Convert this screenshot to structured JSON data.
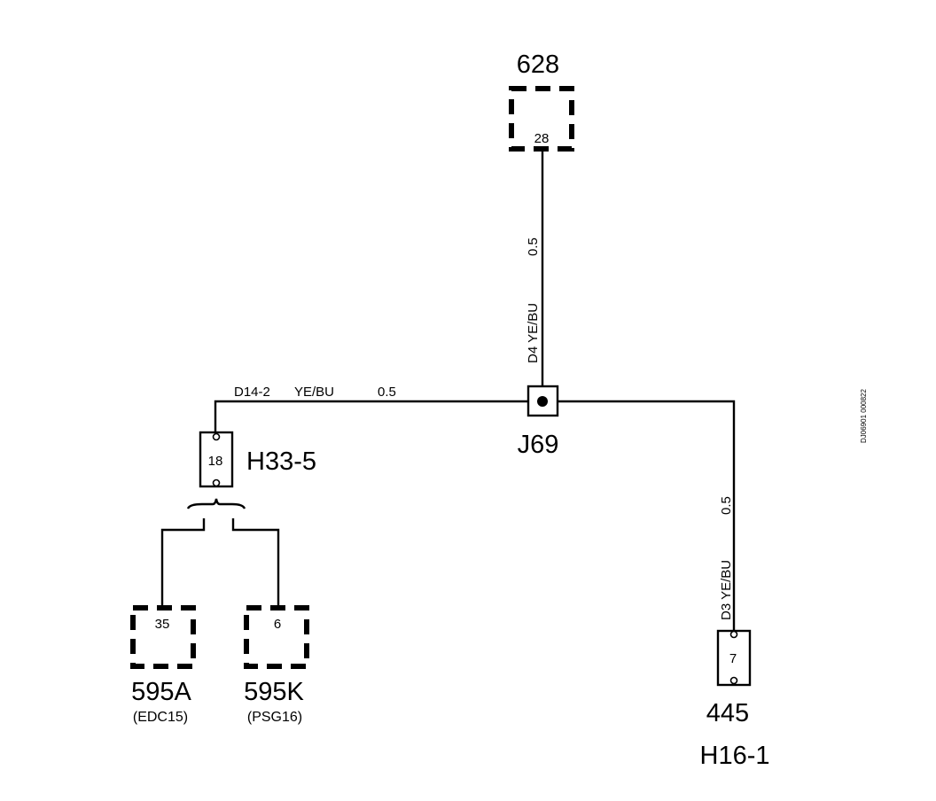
{
  "components": {
    "c628": {
      "id": "628",
      "pin": "28"
    },
    "c595a": {
      "id": "595A",
      "pin": "35",
      "variant": "(EDC15)"
    },
    "c595k": {
      "id": "595K",
      "pin": "6",
      "variant": "(PSG16)"
    },
    "c445": {
      "id": "445",
      "connector": "H16-1",
      "pin": "7"
    }
  },
  "connectors": {
    "h33_5": {
      "id": "H33-5",
      "pin": "18"
    }
  },
  "splice": {
    "id": "J69"
  },
  "wires": {
    "d4": {
      "label": "D4 YE/BU",
      "size": "0.5"
    },
    "d14_2": {
      "code": "D14-2",
      "color": "YE/BU",
      "size": "0.5"
    },
    "d3": {
      "label": "D3 YE/BU",
      "size": "0.5"
    }
  },
  "reference": {
    "code": "DJ06901 000822"
  }
}
